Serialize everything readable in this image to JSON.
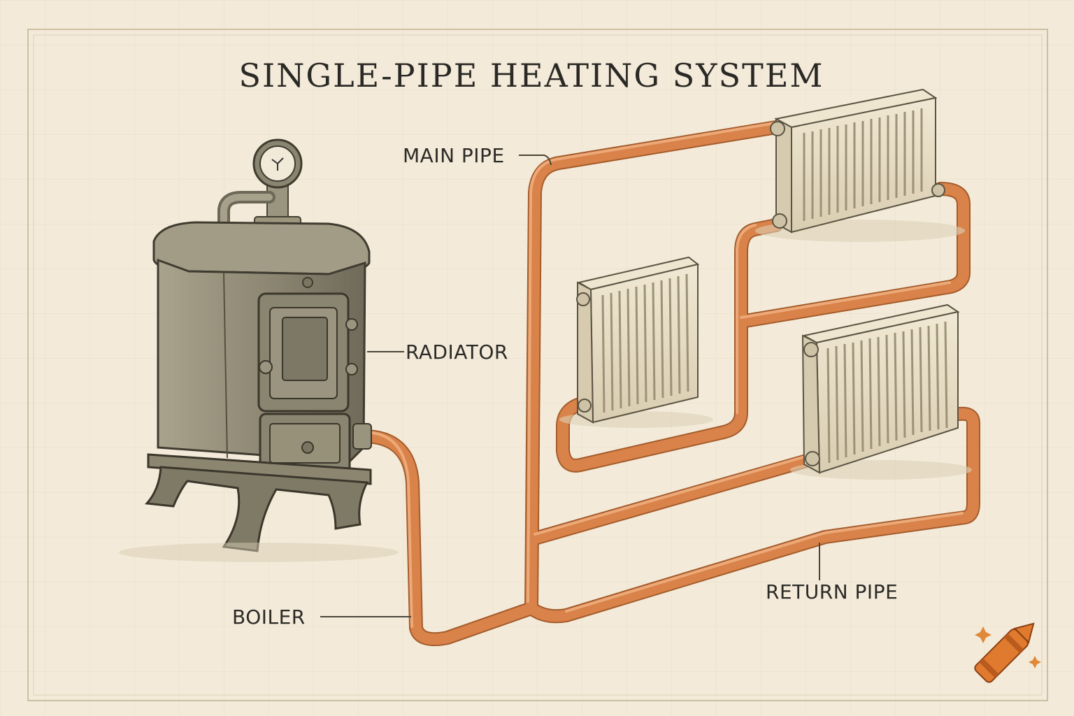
{
  "diagram": {
    "title": "SINGLE-PIPE HEATING SYSTEM",
    "labels": {
      "main_pipe": "MAIN PIPE",
      "radiator": "RADIATOR",
      "return_pipe": "RETURN PIPE",
      "boiler": "BOILER"
    }
  },
  "colors": {
    "background": "#f3ead9",
    "pipe": "#d9834a",
    "pipe_highlight": "#f0b080",
    "boiler_body": "#8f8a76",
    "radiator_body": "#e9dfc8",
    "ink": "#2b2a26"
  },
  "icons": {
    "logo": "crayon-logo-icon"
  }
}
